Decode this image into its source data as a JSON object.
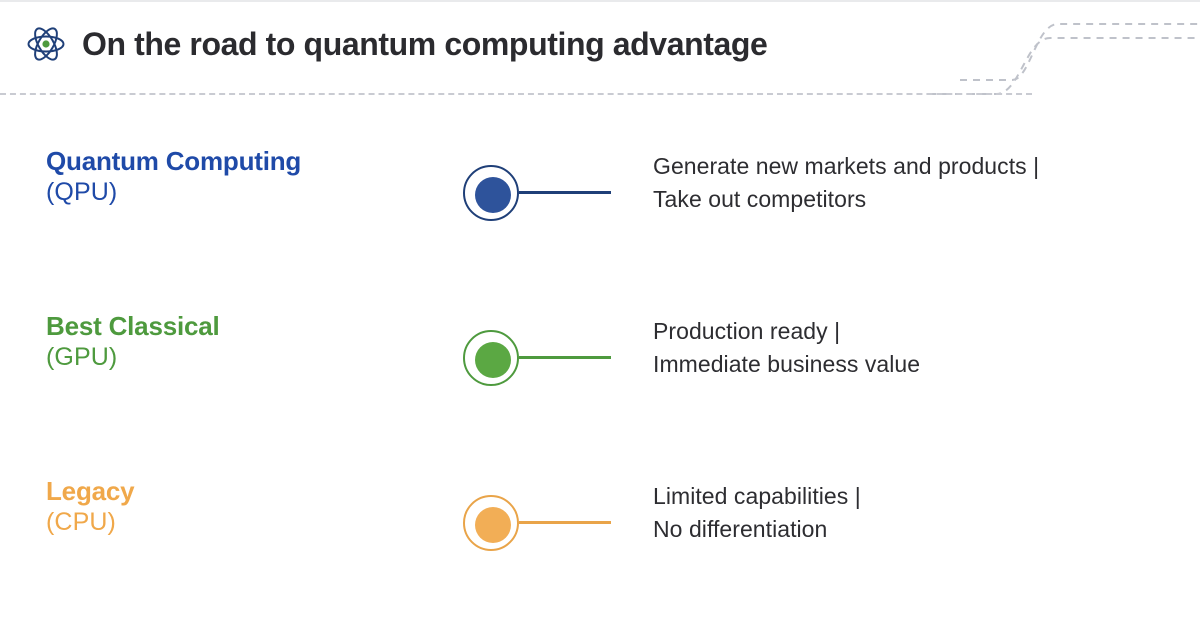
{
  "header": {
    "title": "On the road to quantum computing advantage",
    "icon": "atom-icon",
    "icon_colors": {
      "orbit": "#1F3F78",
      "nucleus": "#4E9A3E"
    },
    "divider_color": "#c9cbd2",
    "deco_color": "#bfc2ca",
    "title_color": "#2b2b2f"
  },
  "rows": [
    {
      "title": "Quantum Computing",
      "subtitle": "(QPU)",
      "color": "#1F4AA8",
      "marker_ring_color": "#1F3F78",
      "marker_fill_color": "#2E539B",
      "desc_line1": "Generate new markets and products |",
      "desc_line2": "Take out competitors"
    },
    {
      "title": "Best Classical",
      "subtitle": "(GPU)",
      "color": "#4E9A3E",
      "marker_ring_color": "#4E9A3E",
      "marker_fill_color": "#5BA843",
      "desc_line1": "Production ready |",
      "desc_line2": "Immediate business value"
    },
    {
      "title": "Legacy",
      "subtitle": "(CPU)",
      "color": "#F0A84A",
      "marker_ring_color": "#E9A449",
      "marker_fill_color": "#F2AE56",
      "desc_line1": "Limited capabilities |",
      "desc_line2": "No differentiation"
    }
  ]
}
